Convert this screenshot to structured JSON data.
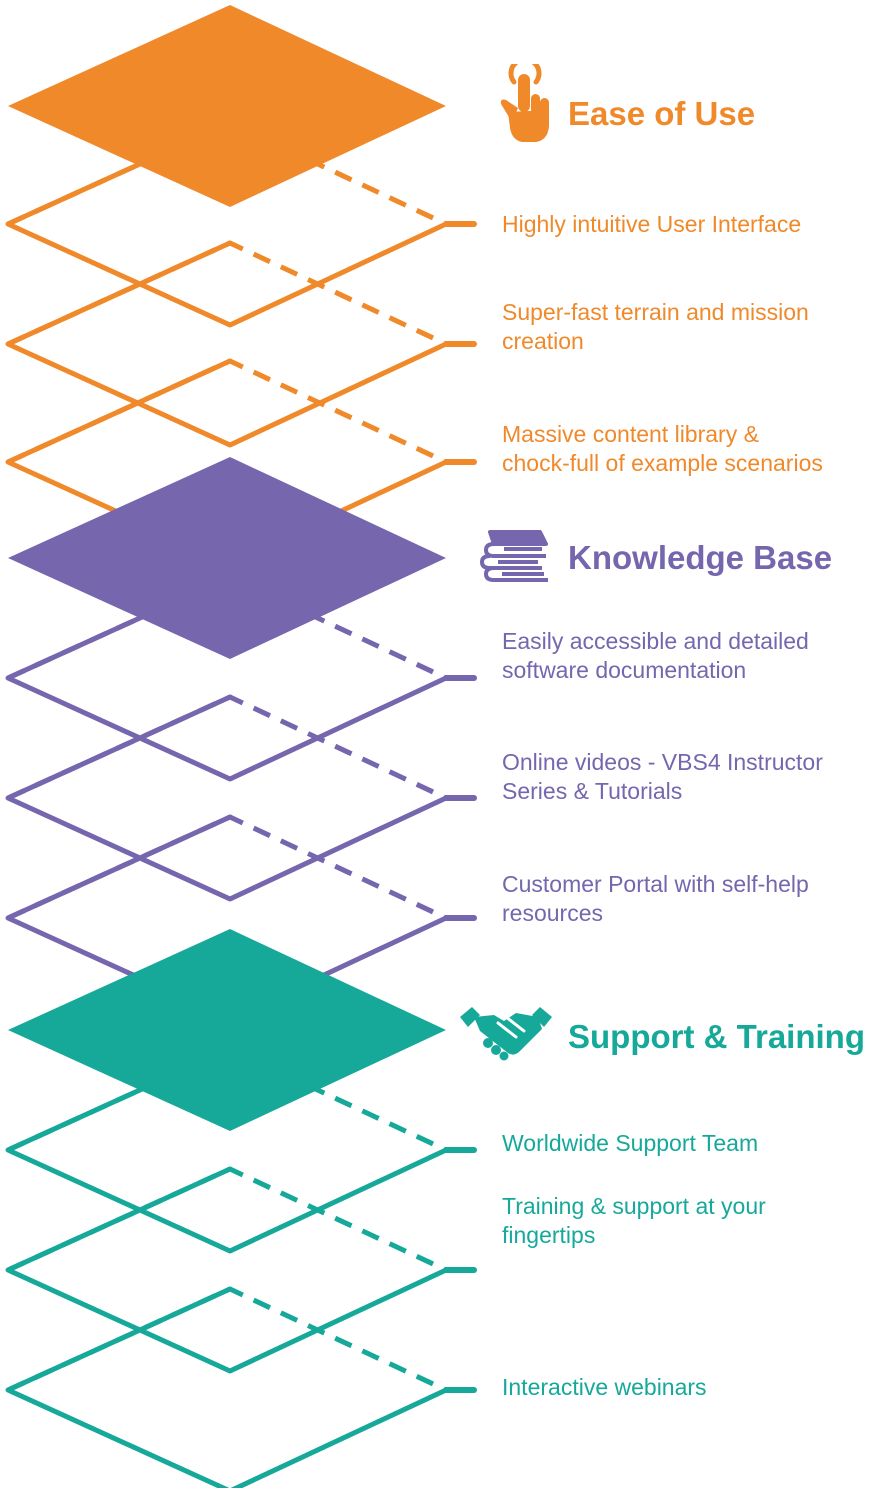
{
  "sections": [
    {
      "key": "ease",
      "title": "Ease of Use",
      "color": "#F0892A",
      "icon": "pointing-hand-icon",
      "items": [
        {
          "lines": [
            "Highly intuitive User Interface"
          ]
        },
        {
          "lines": [
            "Super-fast terrain and mission",
            "creation"
          ]
        },
        {
          "lines": [
            "Massive content library &",
            "chock-full of example scenarios"
          ]
        }
      ]
    },
    {
      "key": "knowledge",
      "title": "Knowledge Base",
      "color": "#7566AE",
      "icon": "books-icon",
      "items": [
        {
          "lines": [
            "Easily accessible and detailed",
            "software documentation"
          ]
        },
        {
          "lines": [
            "Online videos - VBS4 Instructor",
            "Series & Tutorials"
          ]
        },
        {
          "lines": [
            "Customer Portal with self-help",
            "resources"
          ]
        }
      ]
    },
    {
      "key": "support",
      "title": "Support & Training",
      "color": "#16A99A",
      "icon": "handshake-icon",
      "items": [
        {
          "lines": [
            "Worldwide Support Team"
          ]
        },
        {
          "lines": [
            "Training & support at your",
            "fingertips"
          ]
        },
        {
          "lines": [
            "Interactive webinars"
          ]
        }
      ]
    }
  ]
}
